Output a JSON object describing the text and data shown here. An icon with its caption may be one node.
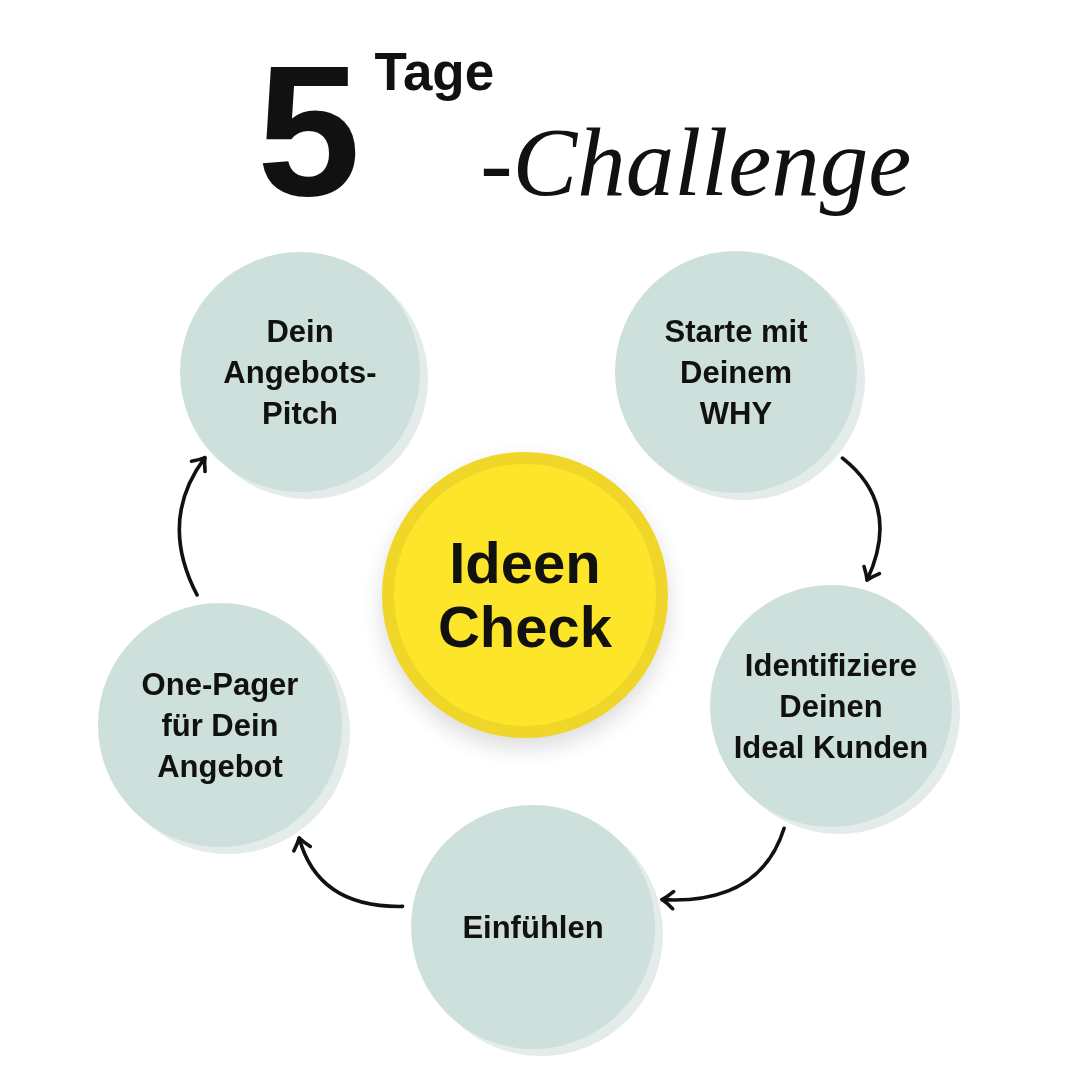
{
  "diagram": {
    "title": "5$^{Tage}$*-Challenge*",
    "nodes": [
      {
        "text": [
          "Dein Angebots-Pitch"
        ]
      },
      {
        "text": [
          "Starte mit Deinem WHY"
        ]
      },
      {
        "text": [
          "Ideen Check"
        ]
      },
      {
        "text": [
          "One-Pager für Dein Angebot"
        ]
      },
      {
        "text": [
          "Identifiziere Deinen Ideal Kunden"
        ]
      },
      {
        "text": [
          "Einfühlen"
        ]
      }
    ],
    "edges": [
      {
        "from": 1,
        "to": 4,
        "arrow": "to"
      },
      {
        "from": 4,
        "to": 5,
        "arrow": "to"
      },
      {
        "from": 5,
        "to": 3,
        "arrow": "to"
      },
      {
        "from": 3,
        "to": 0,
        "arrow": "to"
      }
    ]
  }
}
